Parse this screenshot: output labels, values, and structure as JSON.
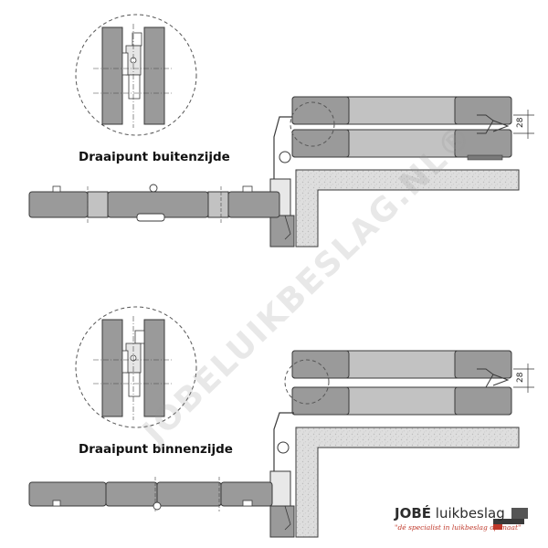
{
  "captions": {
    "top": "Draaipunt buitenzijde",
    "bottom": "Draaipunt binnenzijde"
  },
  "dimensions": {
    "top_gap": "28",
    "bottom_gap": "28"
  },
  "watermark": "JOBELUIKBESLAG.NL®",
  "brand": {
    "name_bold": "JOBÉ",
    "name_rest": " luikbeslag",
    "tagline_left": "\"dé specialist in luikbeslag",
    "tagline_right": "op maat\""
  },
  "colors": {
    "panel_fill": "#9a9a9a",
    "panel_light": "#c2c2c2",
    "panel_dark": "#7a7a7a",
    "wall_fill": "#dcdcdc",
    "outline": "#3a3a3a",
    "brand_red": "#c0392b"
  }
}
